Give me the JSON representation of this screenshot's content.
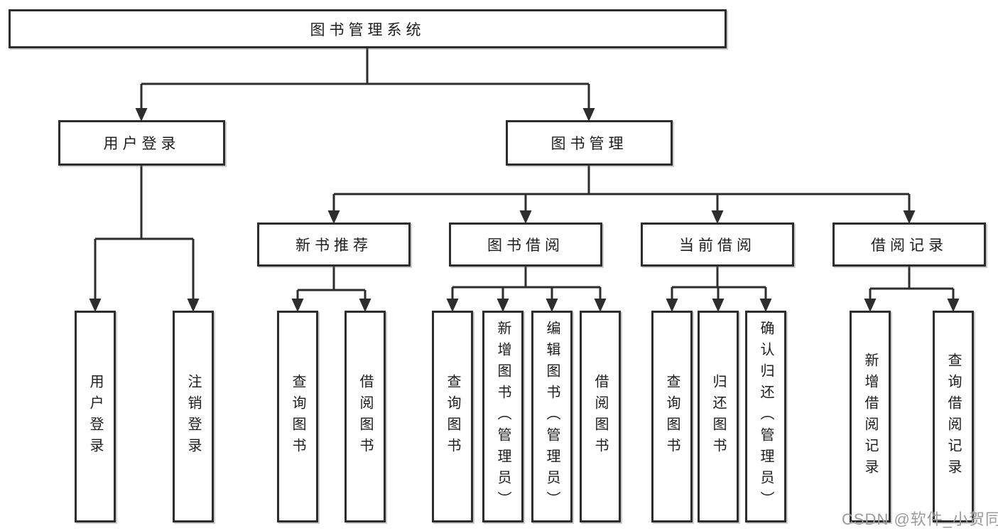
{
  "colors": {
    "line": "#2d2d2d",
    "box_border": "#2d2d2d",
    "text": "#1d1d1d",
    "watermark": "#9b9b9b",
    "background": "#ffffff"
  },
  "watermark": "CSDN @软件_小贺同学",
  "tree": {
    "label": "图书管理系统",
    "children": [
      {
        "label": "用户登录",
        "children": [
          {
            "label": "用户登录"
          },
          {
            "label": "注销登录"
          }
        ]
      },
      {
        "label": "图书管理",
        "children": [
          {
            "label": "新书推荐",
            "children": [
              {
                "label": "查询图书"
              },
              {
                "label": "借阅图书"
              }
            ]
          },
          {
            "label": "图书借阅",
            "children": [
              {
                "label": "查询图书"
              },
              {
                "label": "新增图书（管理员）"
              },
              {
                "label": "编辑图书（管理员）"
              },
              {
                "label": "借阅图书"
              }
            ]
          },
          {
            "label": "当前借阅",
            "children": [
              {
                "label": "查询图书"
              },
              {
                "label": "归还图书"
              },
              {
                "label": "确认归还（管理员）"
              }
            ]
          },
          {
            "label": "借阅记录",
            "children": [
              {
                "label": "新增借阅记录"
              },
              {
                "label": "查询借阅记录"
              }
            ]
          }
        ]
      }
    ]
  }
}
